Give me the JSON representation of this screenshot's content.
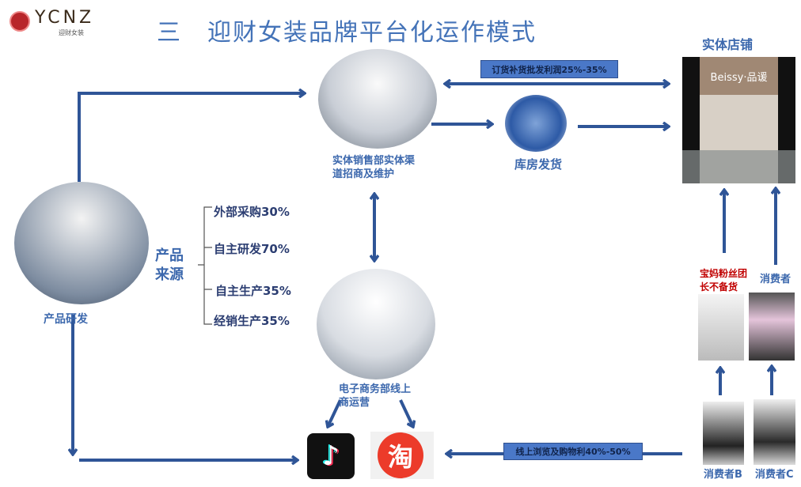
{
  "logo": {
    "brand": "YCNZ",
    "subtitle": "迎财女装"
  },
  "title": "三　迎财女装品牌平台化运作模式",
  "nodes": {
    "rd": "产品研发",
    "offline_sales": "实体销售部实体渠道招商及维护",
    "warehouse": "库房发货",
    "store": "实体店铺",
    "ecommerce": "电子商务部线上商运营",
    "group_leader": "宝妈粉丝团长不备货",
    "consumer": "消费者",
    "consumer_b": "消费者B",
    "consumer_c": "消费者C"
  },
  "store_sign": "Beissy·品谖",
  "product_source": {
    "label": "产品来源",
    "items": [
      "外部采购30%",
      "自主研发70%",
      "自主生产35%",
      "经销生产35%"
    ]
  },
  "boxes": {
    "wholesale": "订货补货批发利润25%-35%",
    "online": "线上浏览及购物利40%-50%"
  },
  "platforms": {
    "douyin": "抖音",
    "taobao": "淘"
  },
  "colors": {
    "arrow": "#2f5597",
    "text": "#3c68ad",
    "box": "#4a78c8",
    "red": "#c00000"
  }
}
